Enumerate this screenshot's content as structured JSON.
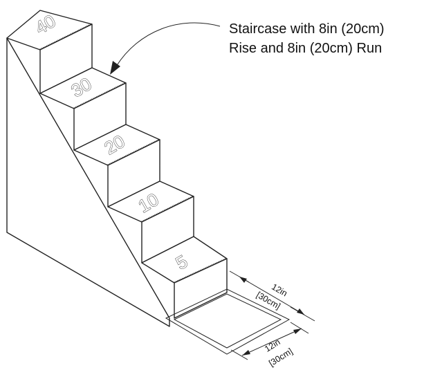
{
  "callout": {
    "line1": "Staircase with 8in (20cm)",
    "line2": "Rise and 8in (20cm) Run"
  },
  "steps": [
    {
      "number": "40"
    },
    {
      "number": "30"
    },
    {
      "number": "20"
    },
    {
      "number": "10"
    },
    {
      "number": "5"
    }
  ],
  "dimensions": {
    "right_in": "12in",
    "right_cm": "[30cm]",
    "bottom_in": "12in",
    "bottom_cm": "[30cm]"
  },
  "colors": {
    "line": "#222222",
    "background": "#ffffff"
  }
}
